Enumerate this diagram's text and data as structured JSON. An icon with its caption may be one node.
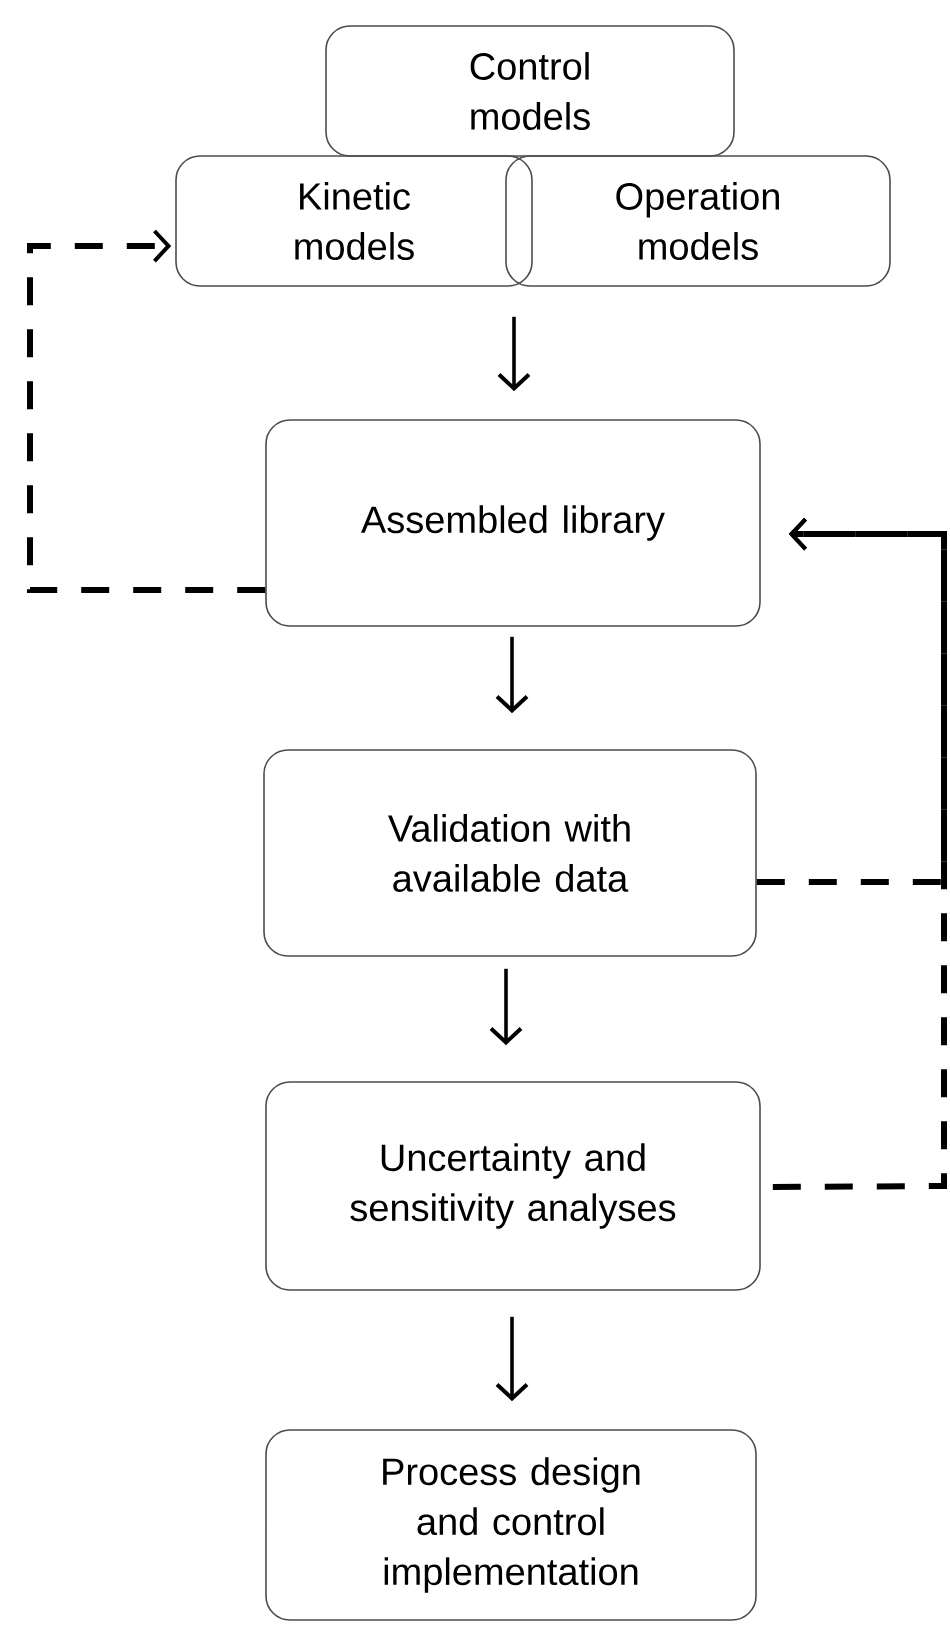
{
  "diagram": {
    "nodes": [
      {
        "text": [
          "Control models"
        ]
      },
      {
        "text": [
          "Kinetic models"
        ]
      },
      {
        "text": [
          "Operation models"
        ]
      },
      {
        "text": [
          "Assembled library"
        ]
      },
      {
        "text": [
          "Validation with available data"
        ]
      },
      {
        "text": [
          "Uncertainty and sensitivity analyses"
        ]
      },
      {
        "text": [
          "Process design and control implementation"
        ]
      }
    ],
    "edges": [
      {
        "from": 1,
        "to": 3,
        "arrow": "to"
      },
      {
        "from": 3,
        "to": 4,
        "arrow": "to"
      },
      {
        "from": 4,
        "to": 5,
        "arrow": "to"
      },
      {
        "from": 5,
        "to": 6,
        "arrow": "to"
      },
      {
        "from": 3,
        "to": 1,
        "arrow": "to",
        "style": "dashed"
      },
      {
        "from": 4,
        "to": 3,
        "arrow": "to",
        "style": "dashed"
      },
      {
        "from": 5,
        "to": 3,
        "arrow": "to",
        "style": "dashed"
      }
    ]
  }
}
